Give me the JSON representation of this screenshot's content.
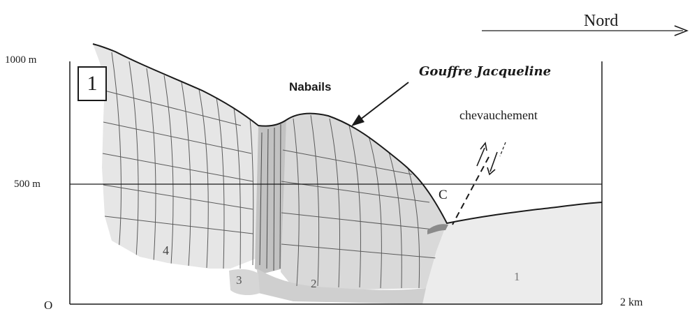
{
  "figure": {
    "number": "1",
    "north_label": "Nord",
    "elevations": {
      "top": "1000 m",
      "middle": "500 m"
    },
    "origin_label": "O",
    "distance_label": "2 km",
    "place_label": "Nabails",
    "cave_label": "Gouffre Jacqueline",
    "fault_label": "chevauchement",
    "point_label": "C",
    "units": [
      "1",
      "2",
      "3",
      "4"
    ]
  },
  "colors": {
    "ink": "#1a1a1a",
    "limestone": "#e4e4e4",
    "limestone_dark": "#d2d2d2",
    "fault_zone": "#bdbdbd",
    "basement": "#ececec",
    "unit2_base": "#c8c8c8"
  }
}
